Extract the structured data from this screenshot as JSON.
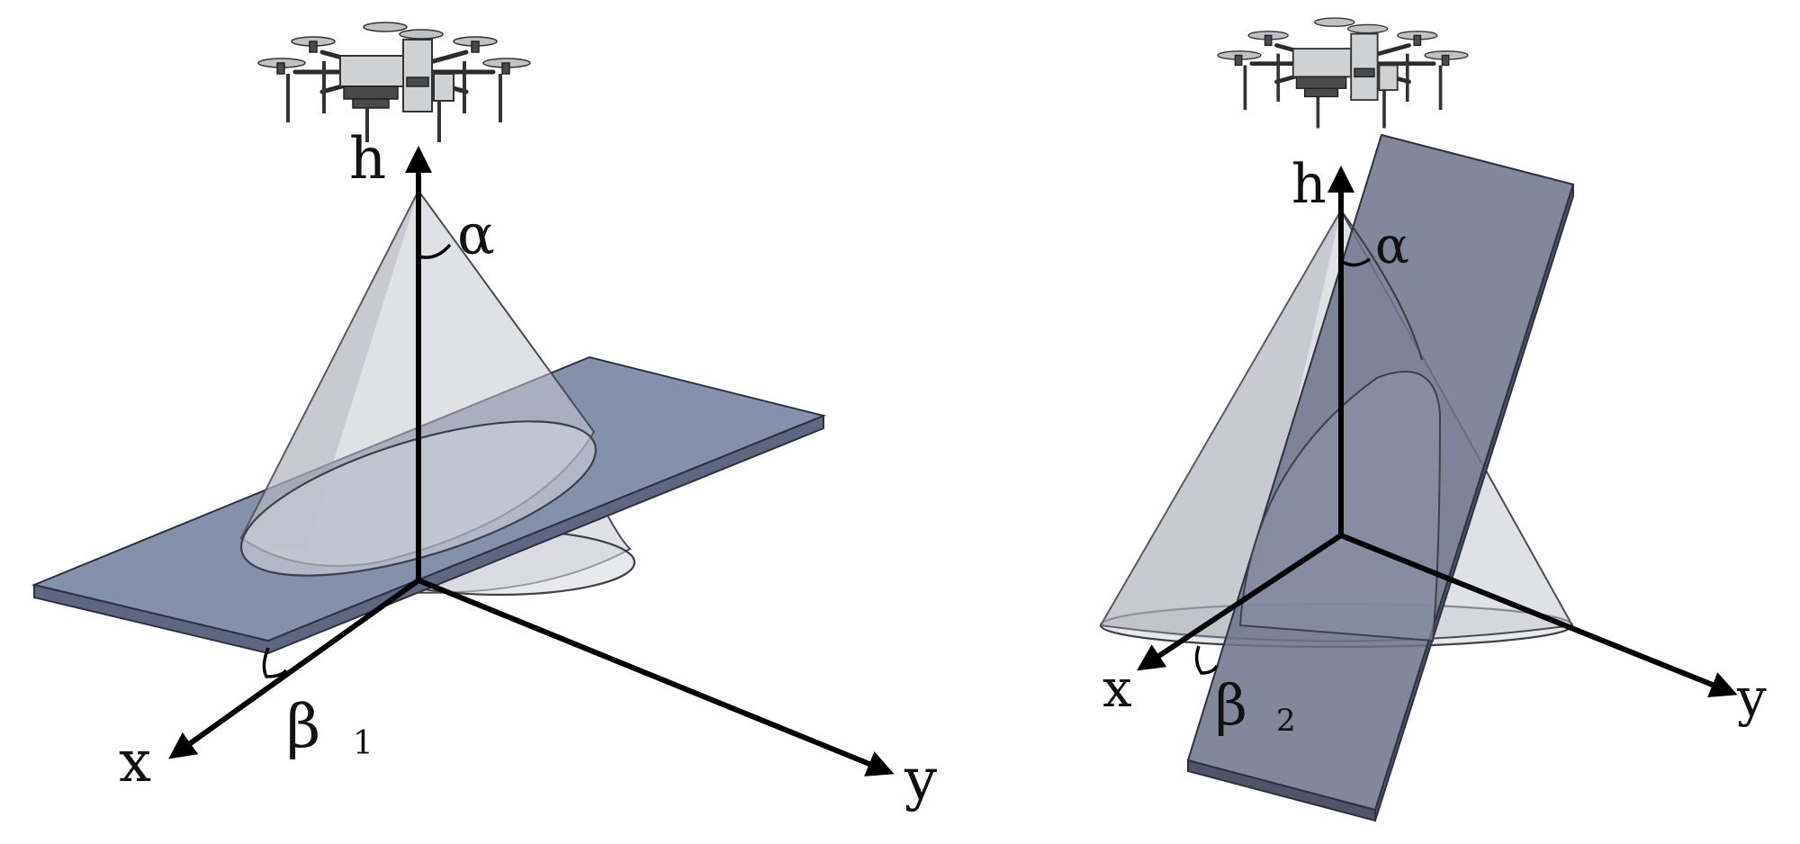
{
  "figure": {
    "left_panel": {
      "axis_labels": {
        "h": "h",
        "x": "x",
        "y": "y"
      },
      "cone_angle_label": "α",
      "plate_angle_label": "β",
      "plate_angle_subscript": "1"
    },
    "right_panel": {
      "axis_labels": {
        "h": "h",
        "x": "x",
        "y": "y"
      },
      "cone_angle_label": "α",
      "plate_angle_label": "β",
      "plate_angle_subscript": "2"
    }
  },
  "colors": {
    "plate": "#8590aa",
    "cone": "#c6c8d0",
    "axis": "#000000"
  },
  "icons": [
    "drone-icon"
  ]
}
